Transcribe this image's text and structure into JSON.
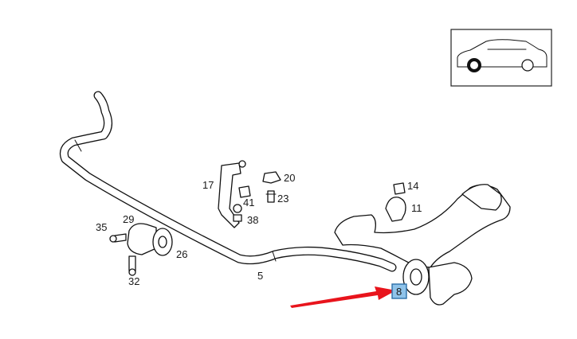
{
  "diagram": {
    "part_numbers": {
      "p5": "5",
      "p8": "8",
      "p11": "11",
      "p14": "14",
      "p17": "17",
      "p20": "20",
      "p23": "23",
      "p26": "26",
      "p29": "29",
      "p32": "32",
      "p35": "35",
      "p38": "38",
      "p41": "41"
    },
    "highlight": {
      "part": "8",
      "fill_color": "#8fc3ea",
      "border_color": "#2b6ea8",
      "arrow_color": "#e8141c"
    },
    "locator": {
      "icon": "car-front-wheel-locator-icon"
    }
  }
}
